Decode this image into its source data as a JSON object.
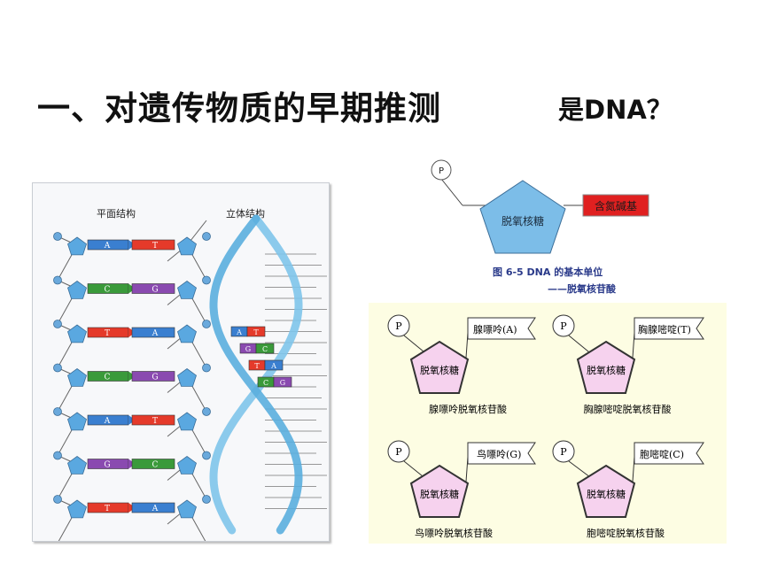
{
  "header": {
    "title": "一、对遗传物质的早期推测",
    "subtitle": "是DNA？"
  },
  "left_panel": {
    "planar_label": "平面结构",
    "helix_label": "立体结构",
    "planar_pairs": [
      {
        "left": "A",
        "right": "T"
      },
      {
        "left": "C",
        "right": "G"
      },
      {
        "left": "T",
        "right": "A"
      },
      {
        "left": "C",
        "right": "G"
      },
      {
        "left": "A",
        "right": "T"
      },
      {
        "left": "G",
        "right": "C"
      },
      {
        "left": "T",
        "right": "A"
      }
    ],
    "helix_pairs": [
      {
        "left": "A",
        "right": "T"
      },
      {
        "left": "G",
        "right": "C"
      },
      {
        "left": "T",
        "right": "A"
      },
      {
        "left": "C",
        "right": "G"
      }
    ]
  },
  "basic_unit": {
    "phosphate": "P",
    "sugar": "脱氧核糖",
    "base": "含氮碱基",
    "caption_line1": "图 6-5  DNA 的基本单位",
    "caption_line2": "——脱氧核苷酸"
  },
  "nucleotides": [
    {
      "phosphate": "P",
      "sugar": "脱氧核糖",
      "base": "腺嘌呤(A)",
      "name": "腺嘌呤脱氧核苷酸"
    },
    {
      "phosphate": "P",
      "sugar": "脱氧核糖",
      "base": "胸腺嘧啶(T)",
      "name": "胸腺嘧啶脱氧核苷酸"
    },
    {
      "phosphate": "P",
      "sugar": "脱氧核糖",
      "base": "鸟嘌呤(G)",
      "name": "鸟嘌呤脱氧核苷酸"
    },
    {
      "phosphate": "P",
      "sugar": "脱氧核糖",
      "base": "胞嘧啶(C)",
      "name": "胞嘧啶脱氧核苷酸"
    }
  ],
  "colors": {
    "pentagon_blue": "#5aa8e0",
    "phosphate_circle": "#6aa9dc",
    "base_A": "#3a7fd0",
    "base_T": "#e53a2a",
    "base_C": "#3a9a3a",
    "base_G": "#8a4ab0",
    "helix": "#7ec4ea",
    "sugar_pink": "#f6d2ee",
    "base_red": "#e02020"
  }
}
